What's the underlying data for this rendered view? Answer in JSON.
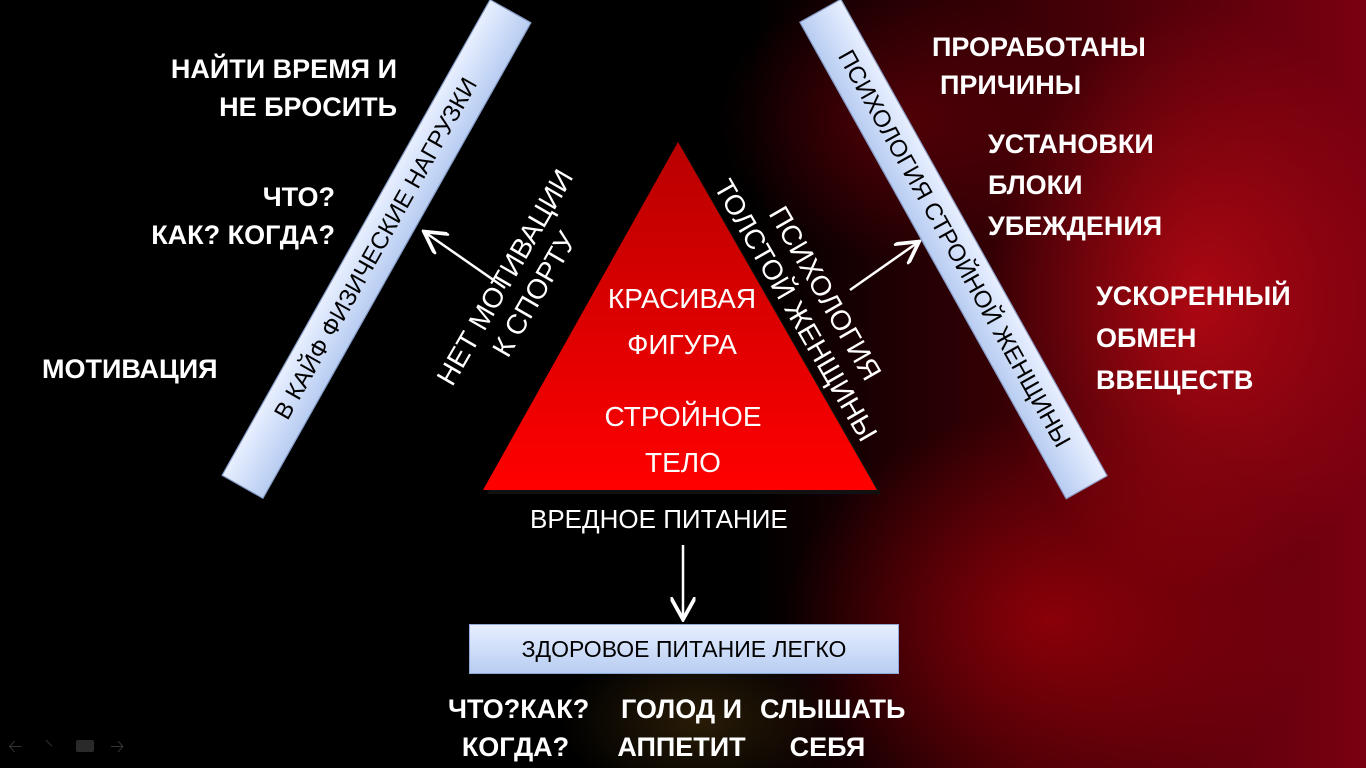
{
  "left_texts": {
    "find_time": [
      "НАЙТИ ВРЕМЯ И",
      "НЕ БРОСИТЬ"
    ],
    "what_how": [
      "ЧТО?",
      "КАК? КОГДА?"
    ],
    "motivation": "МОТИВАЦИЯ"
  },
  "right_texts": {
    "worked_out": [
      "ПРОРАБОТАНЫ",
      "ПРИЧИНЫ"
    ],
    "beliefs": [
      "УСТАНОВКИ",
      "БЛОКИ",
      "УБЕЖДЕНИЯ"
    ],
    "metabolism": [
      "УСКОРЕННЫЙ",
      "ОБМЕН",
      "ВВЕЩЕСТВ"
    ]
  },
  "left_bar": "В КАЙФ ФИЗИЧЕСКИЕ НАГРУЗКИ",
  "right_bar": "ПСИХОЛОГИЯ СТРОЙНОЙ ЖЕНЩИНЫ",
  "left_side": [
    "НЕТ МОТИВАЦИИ",
    "К СПОРТУ"
  ],
  "right_side": [
    "ПСИХОЛОГИЯ",
    "ТОЛСТОЙ ЖЕНЩИНЫ"
  ],
  "triangle": {
    "top": [
      "КРАСИВАЯ",
      "ФИГУРА"
    ],
    "bottom": [
      "СТРОЙНОЕ",
      "ТЕЛО"
    ]
  },
  "bottom_side": "ВРЕДНОЕ ПИТАНИЕ",
  "bottom_bar": "ЗДОРОВОЕ ПИТАНИЕ ЛЕГКО",
  "bottom_texts": {
    "what_how": [
      "ЧТО?КАК?",
      "КОГДА?"
    ],
    "hunger": [
      "ГОЛОД И",
      "АППЕТИТ"
    ],
    "listen": [
      "СЛЫШАТЬ",
      "СЕБЯ"
    ]
  },
  "colors": {
    "triangle_top": "#b80000",
    "triangle_bottom": "#ff0000",
    "bar": "#c8d8f4"
  }
}
